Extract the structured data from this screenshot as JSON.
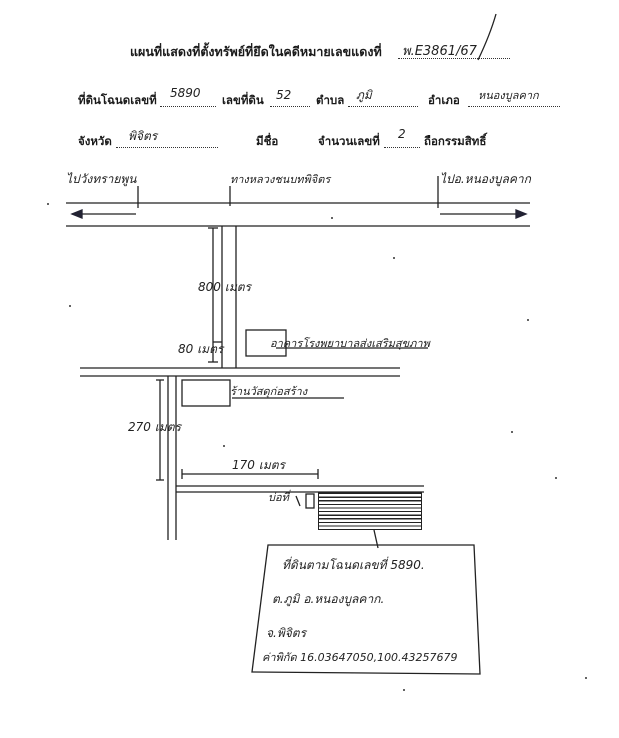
{
  "header": {
    "title": "แผนที่แสดงที่ตั้งทรัพย์ที่ยึดในคดีหมายเลขแดงที่",
    "case_number": "พ.E3861/67"
  },
  "fields": {
    "deed_label": "ที่ดินโฉนดเลขที่",
    "deed_value": "5890",
    "land_no_label": "เลขที่ดิน",
    "land_no_value": "52",
    "tambon_label": "ตำบล",
    "tambon_value": "ภูมิ",
    "amphoe_label": "อำเภอ",
    "amphoe_value": "หนองบูลคาก",
    "province_label": "จังหวัด",
    "province_value": "พิจิตร",
    "owner_label": "มีชื่อ",
    "count_label": "จำนวนเลขที่",
    "count_value": "2",
    "ownership_label": "ถือกรรมสิทธิ์"
  },
  "map": {
    "road_left": "ไปวังทรายพูน",
    "road_right": "ไปอ.หนองบูลคาก",
    "road_top_label": "ทางหลวงชนบทพิจิตร",
    "dist_800": "800 เมตร",
    "dist_80": "80 เมตร",
    "building_1": "อาคารโรงพยาบาลส่งเสริมสุขภาพ",
    "building_2": "ร้านวัสดุก่อสร้าง",
    "dist_270": "270 เมตร",
    "dist_170": "170 เมตร",
    "pole": "บ่อที่"
  },
  "info_box": {
    "line1": "ที่ดินตามโฉนดเลขที่ 5890.",
    "line2": "ต.ภูมิ อ.หนองบูลคาก.",
    "line3": "จ.พิจิตร",
    "line4": "ค่าพิกัด 16.03647050,100.43257679"
  }
}
